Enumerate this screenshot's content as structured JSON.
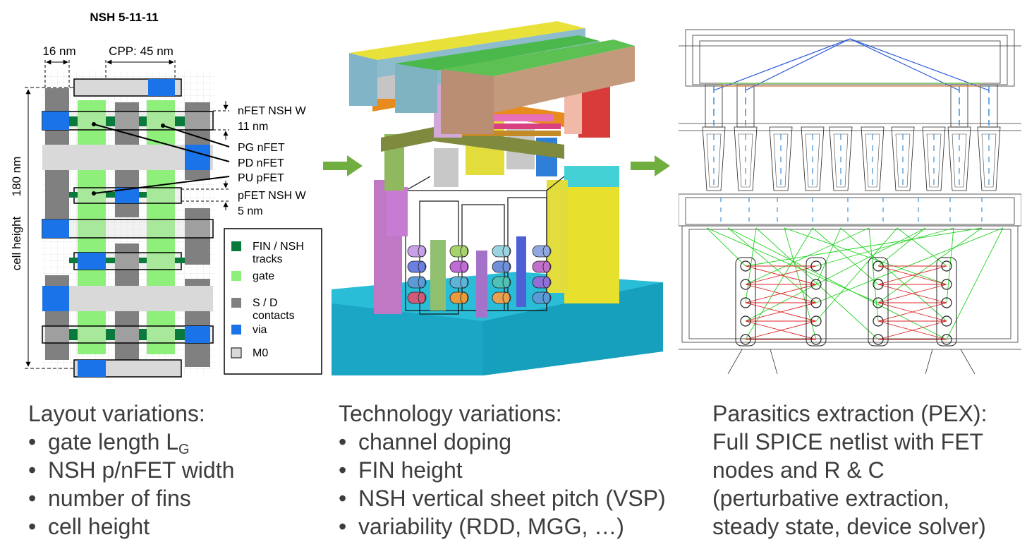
{
  "layout_panel": {
    "title": "NSH 5-11-11",
    "dim_fin": "16 nm",
    "dim_cpp": "CPP: 45 nm",
    "dim_height": "180 nm",
    "dim_cell_height": "cell height",
    "labels": {
      "nfet_w_title": "nFET NSH W",
      "nfet_w_value": "11 nm",
      "pg": "PG nFET",
      "pd": "PD nFET",
      "pu": "PU pFET",
      "pfet_w_title": "pFET NSH W",
      "pfet_w_value": "5 nm"
    },
    "legend": [
      {
        "label_line1": "FIN / NSH",
        "label_line2": "tracks",
        "color": "#0a7a3c"
      },
      {
        "label_line1": "gate",
        "label_line2": "",
        "color": "#8ef07a"
      },
      {
        "label_line1": "S / D",
        "label_line2": "contacts",
        "color": "#808080"
      },
      {
        "label_line1": "via",
        "label_line2": "",
        "color": "#1a73e8"
      },
      {
        "label_line1": "M0",
        "label_line2": "",
        "color": "#d9d9d9"
      }
    ]
  },
  "arrows": {
    "color": "#6fae3f"
  },
  "captions": {
    "layout": {
      "heading": "Layout variations:",
      "item1_text": "gate length L",
      "item1_sub": "G",
      "items_rest": [
        "NSH p/nFET width",
        "number of fins",
        "cell height"
      ]
    },
    "technology": {
      "heading": "Technology variations:",
      "items": [
        "channel doping",
        "FIN height",
        "NSH vertical sheet pitch (VSP)",
        "variability (RDD, MGG, …)"
      ]
    },
    "pex": {
      "heading": "Parasitics extraction (PEX):",
      "lines": [
        "Full SPICE netlist with FET",
        "nodes and R & C",
        "(perturbative extraction,",
        "steady state, device solver)"
      ]
    }
  }
}
